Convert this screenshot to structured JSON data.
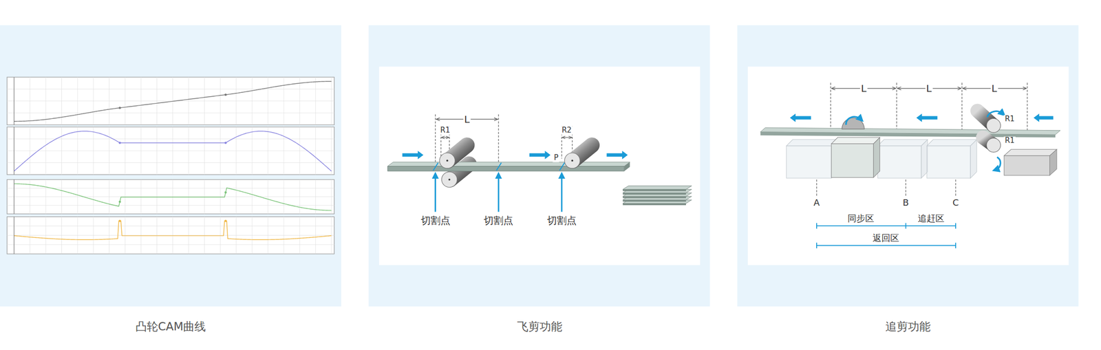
{
  "diagram": {
    "nodes": [
      {
        "text": [
          "凸轮CAM曲线"
        ]
      },
      {
        "text": [
          "飞剪功能"
        ]
      },
      {
        "text": [
          "追剪功能"
        ]
      }
    ],
    "labels": [
      "L",
      "R1",
      "R2",
      "P",
      "切割点",
      "切割点",
      "切割点",
      "L",
      "L",
      "L",
      "R1",
      "R1",
      "A",
      "B",
      "C",
      "同步区",
      "追赶区",
      "返回区"
    ]
  }
}
